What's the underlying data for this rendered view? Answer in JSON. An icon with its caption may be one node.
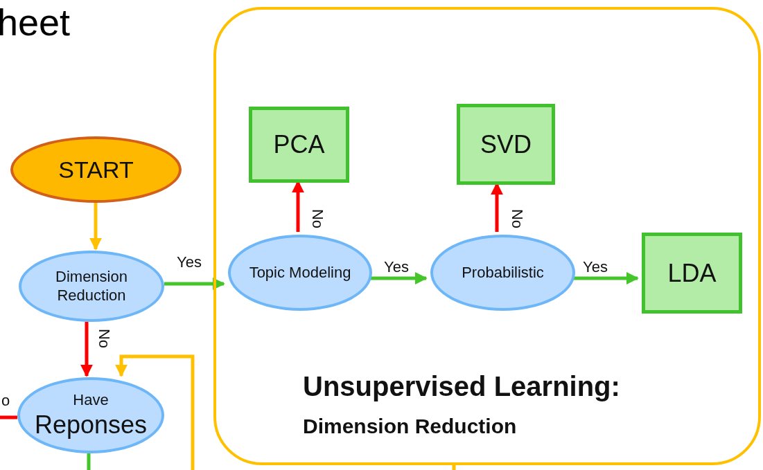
{
  "diagram": {
    "title": "heet",
    "nodes": [
      {
        "text": [
          "START"
        ]
      },
      {
        "text": [
          "Dimension Reduction"
        ]
      },
      {
        "text": [
          "Have",
          "Reponses"
        ]
      },
      {
        "text": [
          "Unsupervised Learning:",
          "Dimension Reduction"
        ]
      },
      {
        "text": [
          "Topic Modeling"
        ],
        "in": 3
      },
      {
        "text": [
          "PCA"
        ],
        "in": 3
      },
      {
        "text": [
          "Probabilistic"
        ],
        "in": 3
      },
      {
        "text": [
          "SVD"
        ],
        "in": 3
      },
      {
        "text": [
          "LDA"
        ],
        "in": 3
      }
    ],
    "edges": [
      {
        "from": 0,
        "to": 1,
        "arrow": "to",
        "color": "#ffc000"
      },
      {
        "from": 1,
        "to": 4,
        "arrow": "to",
        "label": "Yes",
        "color": "#44c52a"
      },
      {
        "from": 1,
        "to": 2,
        "arrow": "to",
        "label": "No",
        "color": "#ff0000"
      },
      {
        "from": 4,
        "to": 5,
        "arrow": "to",
        "label": "No",
        "color": "#ff0000"
      },
      {
        "from": 4,
        "to": 6,
        "arrow": "to",
        "label": "Yes",
        "color": "#44c52a"
      },
      {
        "from": 6,
        "to": 7,
        "arrow": "to",
        "label": "No",
        "color": "#ff0000"
      },
      {
        "from": 6,
        "to": 8,
        "arrow": "to",
        "label": "Yes",
        "color": "#44c52a"
      },
      {
        "from": null,
        "to": 2,
        "arrow": "to",
        "color": "#ffc000"
      },
      {
        "from": 2,
        "to": null,
        "arrow": "none",
        "label": "o",
        "color": "#ff0000"
      },
      {
        "from": 2,
        "to": null,
        "arrow": "none",
        "color": "#44c52a"
      },
      {
        "from": 3,
        "to": null,
        "arrow": "none",
        "color": "#ffc000"
      }
    ]
  }
}
